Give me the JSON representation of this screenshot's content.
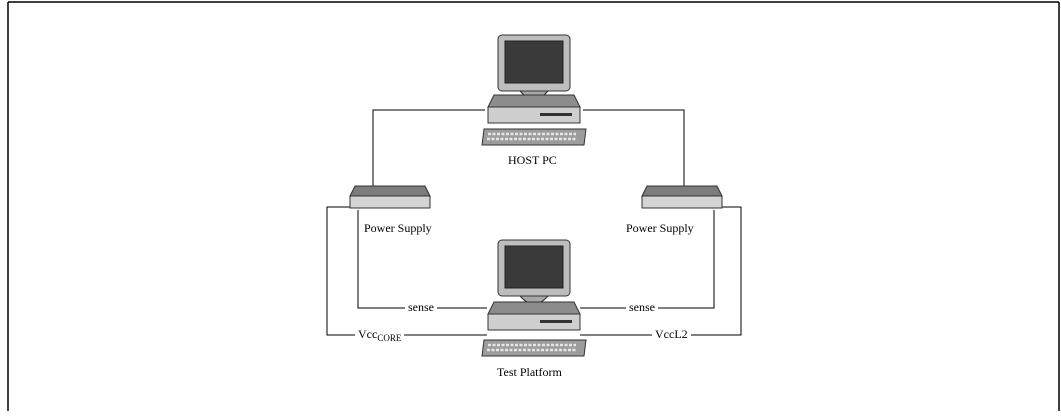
{
  "diagram": {
    "host_label": "HOST PC",
    "test_label": "Test Platform",
    "left_psu_label": "Power Supply",
    "right_psu_label": "Power Supply",
    "sense_left": "sense",
    "sense_right": "sense",
    "vcc_core_main": "Vcc",
    "vcc_core_sub": "CORE",
    "vccl2": "VccL2"
  }
}
